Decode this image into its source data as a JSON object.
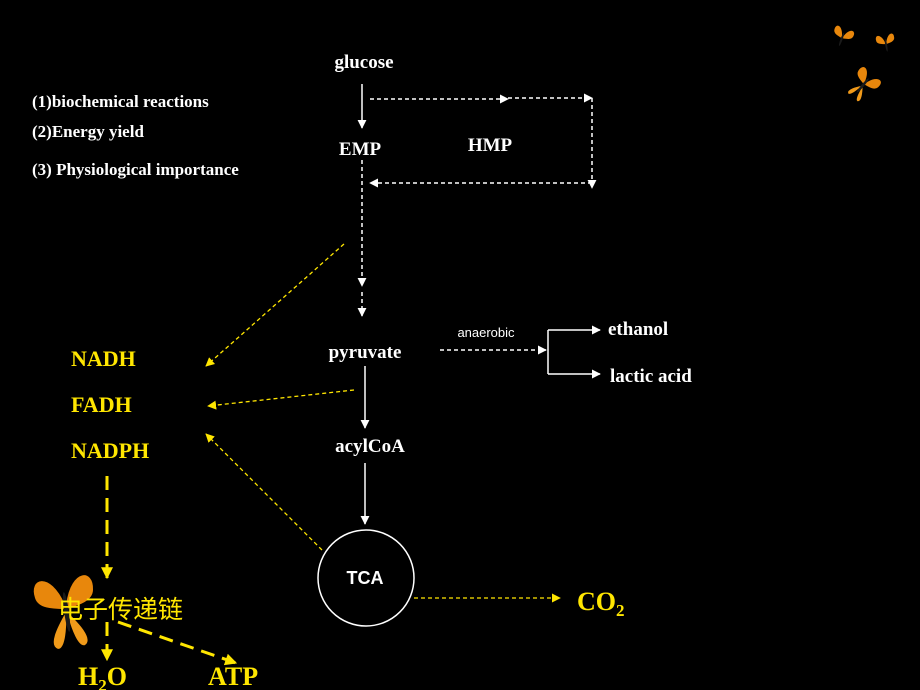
{
  "list_items": [
    "(1)biochemical reactions",
    "(2)Energy yield",
    "(3) Physiological importance"
  ],
  "nodes": {
    "glucose": "glucose",
    "emp": "EMP",
    "hmp": "HMP",
    "pyruvate": "pyruvate",
    "acylcoa": "acylCoA",
    "tca": "TCA",
    "anaerobic": "anaerobic",
    "ethanol": "ethanol",
    "lactic_acid": "lactic acid"
  },
  "carriers": {
    "nadh": "NADH",
    "fadh": "FADH",
    "nadph": "NADPH"
  },
  "electron_chain": "电子传递链",
  "products": {
    "co2_main": "CO",
    "co2_sub": "2",
    "h2o_h": "H",
    "h2o_sub": "2",
    "h2o_o": "O",
    "atp": "ATP"
  },
  "colors": {
    "background": "#000000",
    "text": "#ffffff",
    "highlight": "#ffe600"
  },
  "decorations": [
    "butterfly-icon",
    "butterfly-icon",
    "butterfly-icon",
    "butterfly-icon"
  ]
}
